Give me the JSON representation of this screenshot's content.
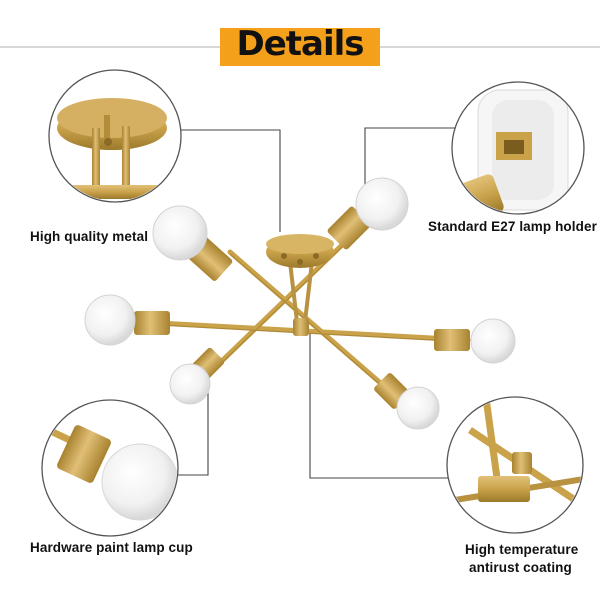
{
  "title": "Details",
  "colors": {
    "accent": "#f5a01a",
    "brass": "#c9a24a",
    "brass_dark": "#9c7a2c",
    "bulb": "#f4f4f4",
    "callout_line": "#444444"
  },
  "callouts": [
    {
      "label": "High quality metal",
      "icon": "ceiling-plate-detail"
    },
    {
      "label": "Standard E27 lamp holder",
      "icon": "e27-socket-detail"
    },
    {
      "label": "Hardware paint lamp cup",
      "icon": "lamp-cup-detail"
    },
    {
      "label": "High temperature",
      "label2": "antirust coating",
      "icon": "arm-joint-detail"
    }
  ],
  "product": {
    "icon": "sputnik-chandelier",
    "arms": 6
  }
}
